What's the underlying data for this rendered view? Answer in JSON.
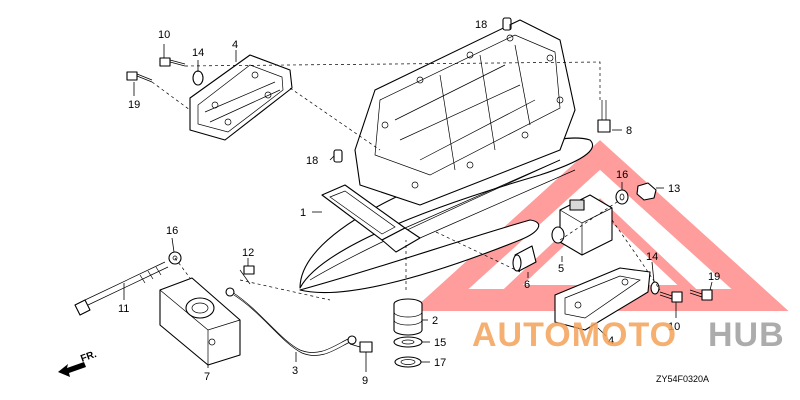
{
  "diagram": {
    "reference_code": "ZY54F0320A",
    "direction_label": "FR.",
    "callouts": [
      {
        "id": "c18a",
        "label": "18"
      },
      {
        "id": "c10a",
        "label": "10"
      },
      {
        "id": "c14a",
        "label": "14"
      },
      {
        "id": "c4a",
        "label": "4"
      },
      {
        "id": "c19a",
        "label": "19"
      },
      {
        "id": "c8",
        "label": "8"
      },
      {
        "id": "c18b",
        "label": "18"
      },
      {
        "id": "c1",
        "label": "1"
      },
      {
        "id": "c16a",
        "label": "16"
      },
      {
        "id": "c13",
        "label": "13"
      },
      {
        "id": "c16b",
        "label": "16"
      },
      {
        "id": "c12",
        "label": "12"
      },
      {
        "id": "c5",
        "label": "5"
      },
      {
        "id": "c14b",
        "label": "14"
      },
      {
        "id": "c6",
        "label": "6"
      },
      {
        "id": "c19b",
        "label": "19"
      },
      {
        "id": "c11",
        "label": "11"
      },
      {
        "id": "c2",
        "label": "2"
      },
      {
        "id": "c10b",
        "label": "10"
      },
      {
        "id": "c15",
        "label": "15"
      },
      {
        "id": "c4b",
        "label": "4"
      },
      {
        "id": "c3",
        "label": "3"
      },
      {
        "id": "c17",
        "label": "17"
      },
      {
        "id": "c7",
        "label": "7"
      },
      {
        "id": "c9",
        "label": "9"
      }
    ]
  },
  "watermark": {
    "text_part1": "AUTOMOTO",
    "text_part2": "HUB",
    "color_primary": "#f4a259",
    "color_secondary": "#9e9e9e",
    "triangle_color": "#ff4d4d"
  }
}
